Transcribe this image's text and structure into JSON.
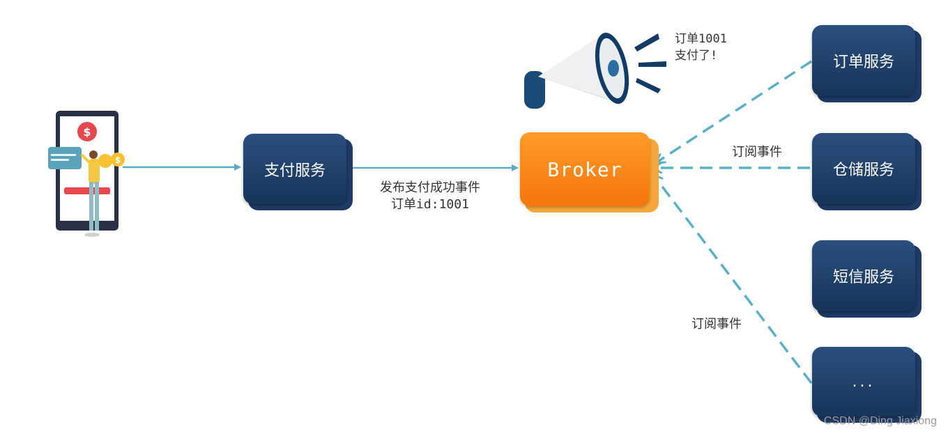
{
  "nodes": {
    "payment_service": "支付服务",
    "broker": "Broker",
    "order_service": "订单服务",
    "warehouse_service": "仓储服务",
    "sms_service": "短信服务",
    "more_services": "..."
  },
  "edges": {
    "publish_line1": "发布支付成功事件",
    "publish_line2": "订单id:1001",
    "subscribe_top": "订阅事件",
    "subscribe_bottom": "订阅事件"
  },
  "announcement": {
    "line1": "订单1001",
    "line2": "支付了!"
  },
  "watermark": "CSDN @Ding Jiaxiong",
  "colors": {
    "service_box": "#1f3c63",
    "broker_box": "#f7830f",
    "solid_arrow": "#5aaac4",
    "dashed_arrow": "#5ab0c8"
  },
  "icons": [
    "phone-payment-icon",
    "megaphone-icon"
  ]
}
